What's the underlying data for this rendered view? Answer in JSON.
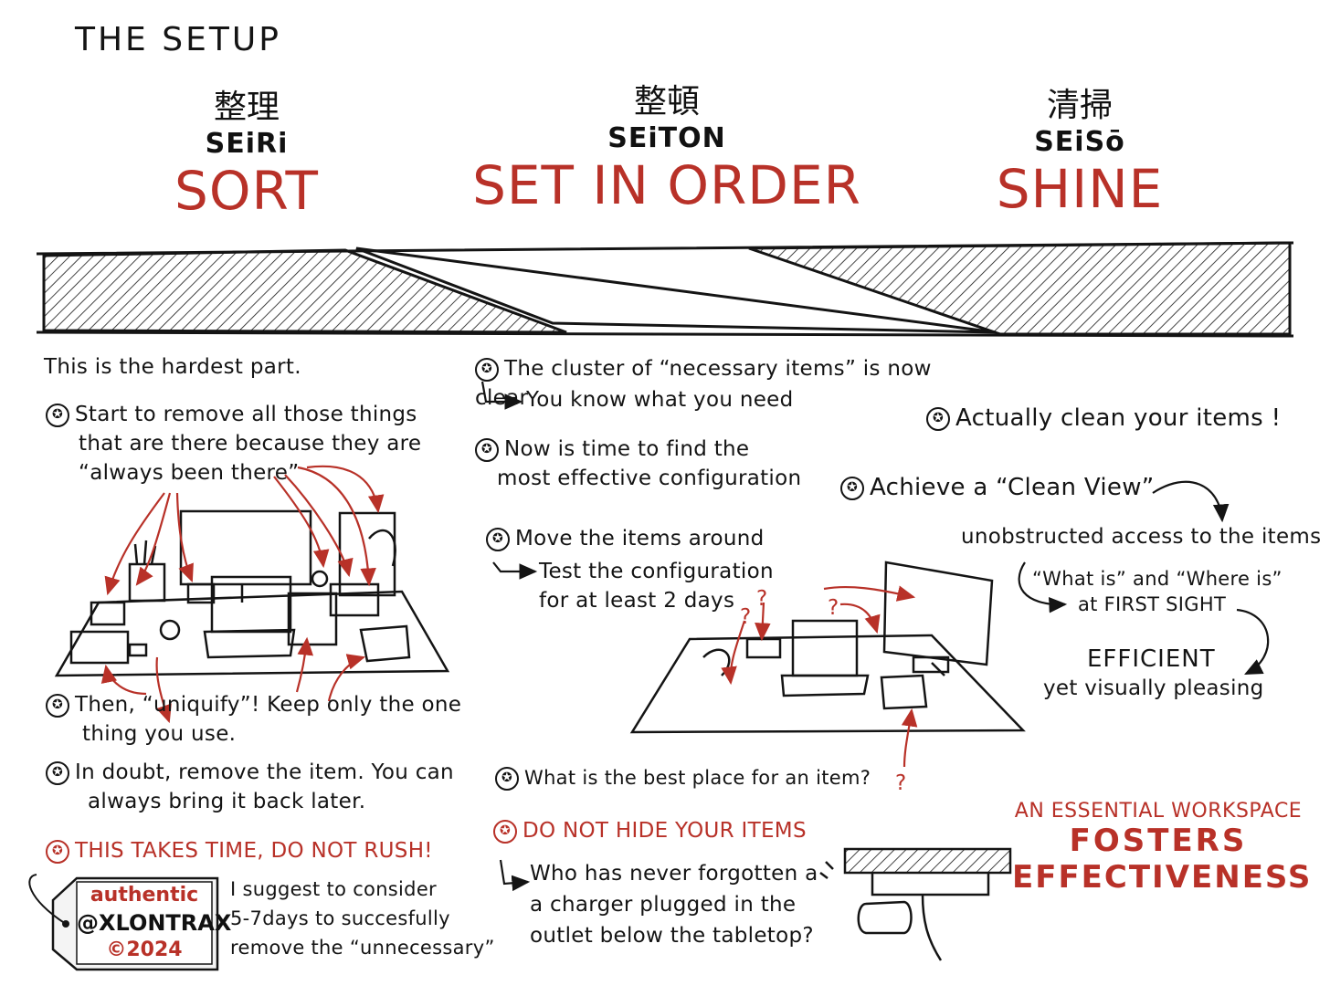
{
  "title": "THE SETUP",
  "columns": [
    {
      "kanji": "整理",
      "romaji": "SEiRi",
      "english": "SORT"
    },
    {
      "kanji": "整頓",
      "romaji": "SEiTON",
      "english": "SET IN ORDER"
    },
    {
      "kanji": "清掃",
      "romaji": "SEiSō",
      "english": "SHINE"
    }
  ],
  "sort": {
    "intro": "This is the hardest part.",
    "b1": [
      "Start to remove all those things",
      "that are there because they are",
      "“always been there”"
    ],
    "b2": [
      "Then, “uniquify”! Keep only the one",
      "thing you use."
    ],
    "b3": [
      "In doubt, remove the item. You can",
      "always bring it back later."
    ],
    "b4": "THIS TAKES TIME, DO NOT RUSH!",
    "suggest": [
      "I suggest to consider",
      "5-7days to succesfully",
      "remove the “unnecessary”"
    ]
  },
  "tag": {
    "line1": "authentic",
    "line2": "@XLONTRAX",
    "line3": "©2024"
  },
  "order": {
    "b1": "The cluster of “necessary items” is now clear",
    "b1sub": "You know what you need",
    "b2": [
      "Now is time to find the",
      "most effective configuration"
    ],
    "b3": "Move the items around",
    "b3sub": [
      "Test the configuration",
      "for at least 2 days"
    ],
    "b4": "What is the best place for an item?",
    "b5": "DO NOT HIDE YOUR ITEMS",
    "b5sub": [
      "Who has never forgotten a",
      "a charger plugged in the",
      "outlet below the tabletop?"
    ],
    "q": "?"
  },
  "shine": {
    "b1": "Actually clean your items !",
    "b2": "Achieve a “Clean View”",
    "unobstructed": "unobstructed access to the items",
    "whatis": "“What is” and “Where is”",
    "firstsight": "at FIRST SIGHT",
    "efficient": "EFFICIENT",
    "pleasing": "yet visually pleasing"
  },
  "closing": {
    "line1": "AN ESSENTIAL WORKSPACE",
    "line2": "FOSTERS",
    "line3": "EFFECTIVENESS"
  },
  "colors": {
    "ink": "#141414",
    "accent": "#b83128"
  }
}
